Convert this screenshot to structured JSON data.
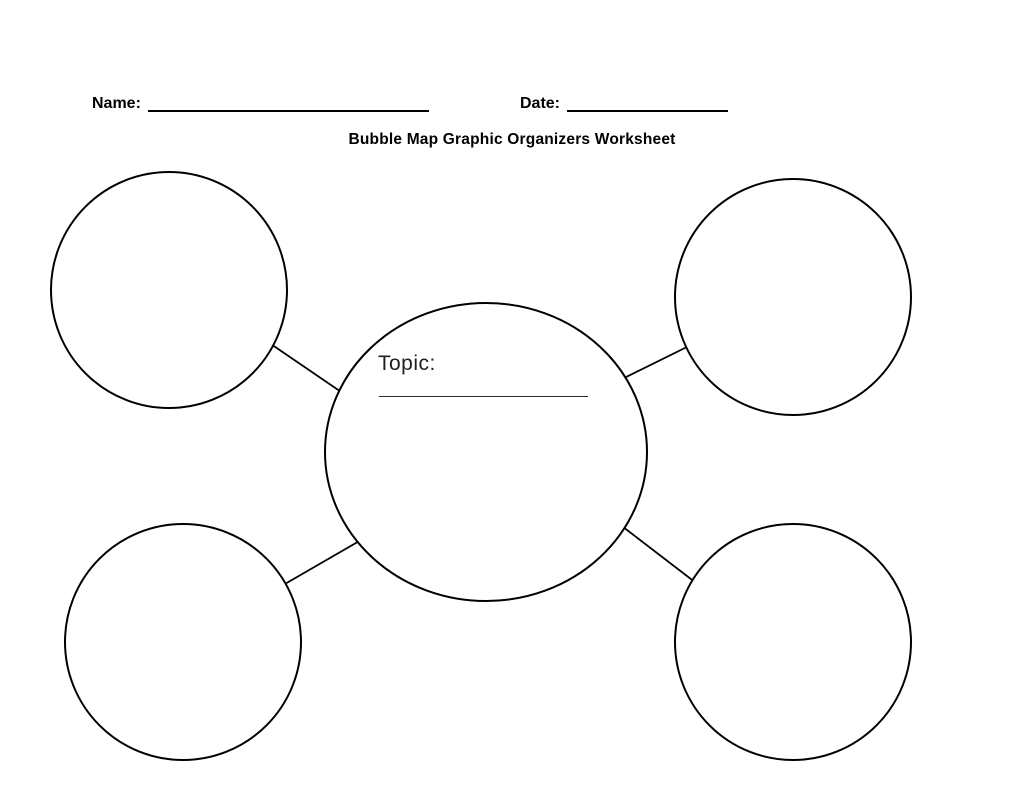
{
  "worksheet": {
    "header": {
      "name_label": "Name:",
      "name_value": "",
      "date_label": "Date:",
      "date_value": ""
    },
    "title": "Bubble Map Graphic Organizers Worksheet",
    "center_bubble": {
      "topic_label": "Topic:",
      "topic_value": ""
    },
    "colors": {
      "ink": "#000000",
      "paper": "#ffffff"
    }
  },
  "diagram": {
    "type": "bubble-map",
    "bubble_count": 5,
    "center_bubble": "topic",
    "satellite_bubbles": [
      {
        "position": "top-left",
        "value": ""
      },
      {
        "position": "top-right",
        "value": ""
      },
      {
        "position": "bottom-left",
        "value": ""
      },
      {
        "position": "bottom-right",
        "value": ""
      }
    ]
  }
}
